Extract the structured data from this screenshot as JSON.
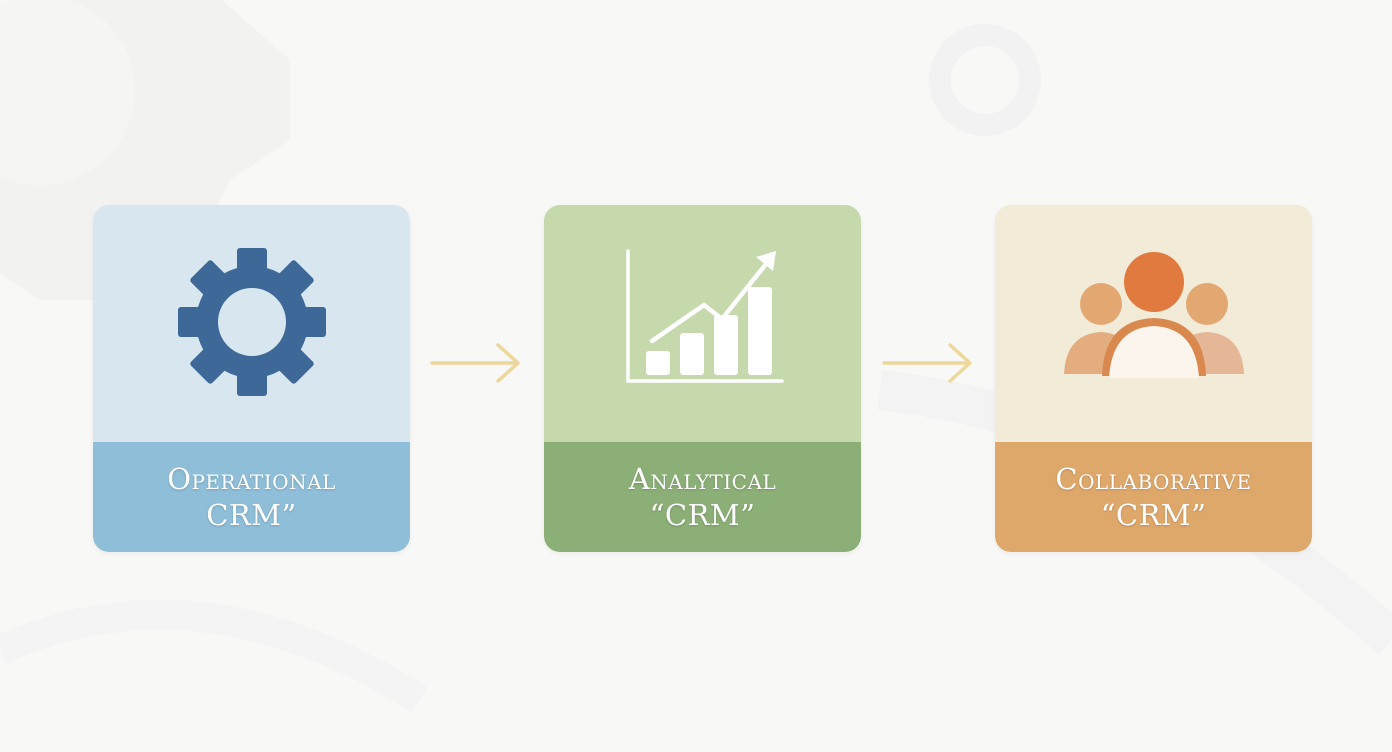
{
  "colors": {
    "background": "#f8f8f7",
    "operational_accent": "#3e6897",
    "analytical_accent": "#ffffff",
    "collaborative_accent": "#e07a3e",
    "arrow": "#eed79a"
  },
  "cards": [
    {
      "label_line1": "Operational",
      "label_line2": "CRM”",
      "icon": "gear-icon"
    },
    {
      "label_line1": "Analytical",
      "label_line2": "“CRM”",
      "icon": "growth-chart-icon"
    },
    {
      "label_line1": "Collaborative",
      "label_line2": "“CRM”",
      "icon": "people-group-icon"
    }
  ],
  "connectors": [
    "arrow-right-icon",
    "arrow-right-icon"
  ]
}
